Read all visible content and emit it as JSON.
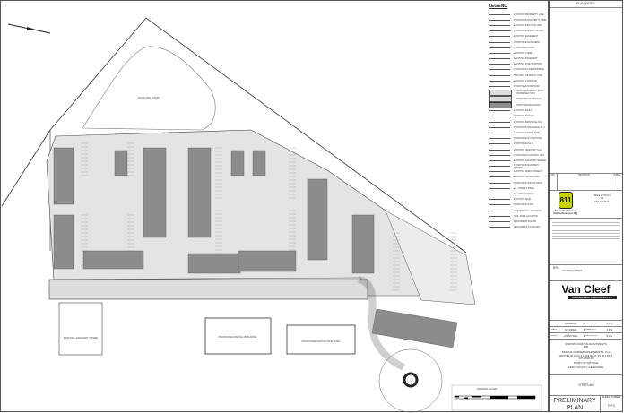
{
  "plan": {
    "pond_label": "EXISTING POND",
    "grocery_label": "EXISTING GROCERY STORE",
    "retail_1": "PROPOSED RETAIL BUILDING",
    "retail_2": "PROPOSED RETAIL BUILDING",
    "graphic_scale": "GRAPHIC SCALE",
    "colors": {
      "building": "#8c8c8c",
      "pavement": "#e4e4e4",
      "line": "#333333",
      "curb_marks": "#b03030"
    }
  },
  "legend": {
    "title": "LEGEND",
    "items": [
      "EXISTING PROPERTY LINE",
      "PROPOSED PROPERTY LINE",
      "EXISTING RIGHT-OF-WAY",
      "PROPOSED RIGHT-OF-WAY",
      "EXISTING EASEMENT",
      "PROPOSED EASEMENT",
      "PROPOSED CURB",
      "EXISTING CURB",
      "EXISTING PAVEMENT",
      "EXISTING LINE STRIPING",
      "PROPOSED LINE STRIPING",
      "BUILDING SETBACK LINE",
      "EXISTING CONTOUR",
      "PROPOSED CONTOUR",
      "PROPOSED HEAVY DUTY CROSS SECTION",
      "PROPOSED SIDEWALK",
      "PROPOSED BUILDING",
      "EXISTING INLET",
      "PROPOSED INLET",
      "EXISTING DRAINAGE M.H.",
      "PROPOSED DRAINAGE M.H.",
      "EXISTING STORM PIPE",
      "PROPOSED STORM PIPE",
      "PROPOSED F.E.S.",
      "EXISTING SANITARY M.H.",
      "PROPOSED SANITARY M.H.",
      "EXISTING SANITARY SEWER",
      "PROPOSED SANITARY SEWER",
      "EXISTING FIRE HYDRANT",
      "EXISTING WATER MAIN",
      "PROPOSED WATER MAIN",
      "EX. STREET TREE",
      "EX. UTILITY POLE",
      "EXISTING SIGN",
      "PROPOSED SIGN",
      "SOIL BORING LOCATION",
      "SOIL TEST LOCATION",
      "MONUMENT FOUND",
      "MONUMENT TO BE SET"
    ]
  },
  "title_block": {
    "plan_notes": "PLAN NOTES",
    "revision_headers": [
      "NO.",
      "REVISION",
      "DATE"
    ],
    "miss_utility": "MISS UTILITY",
    "of": "OF",
    "delmarva": "DELMARVA",
    "call_811": "811",
    "know_whats_below": "Know what's below.",
    "call_before_you_dig": "Call before you dig.",
    "by": "BY:",
    "signer": "SCOTT F. LIBBEAL",
    "firm_name": "Van Cleef",
    "firm_sub": "ENGINEERING ASSOCIATES LLC",
    "rows": [
      {
        "label": "PROJECT",
        "value": "200180RF",
        "label2": "DESIGNED BY",
        "value2": "S.F.L."
      },
      {
        "label": "DATE",
        "value": "6/14/2024",
        "label2": "DRAWN BY",
        "value2": "J.P.S."
      },
      {
        "label": "SCALE",
        "value": "AS NOTED",
        "label2": "CHECKED BY",
        "value2": "S.F.L."
      }
    ],
    "project_name": "SIMONS CORNER APARTMENTS",
    "for": "FOR",
    "owner": "SIMONS CORNER APARTMENTS, LLC",
    "parcel": "PARCEL ID # DC-17-019.00-01-75.00 LOT 2",
    "situated_in": "SITUATED IN",
    "town": "TOWN OF SMYRNA",
    "county": "KENT COUNTY, DELAWARE",
    "sheet_title": "SITE PLAN",
    "status": "PRELIMINARY PLAN",
    "sheet_number_label": "SHEET NUMBER",
    "sheet_number": "PP2"
  }
}
